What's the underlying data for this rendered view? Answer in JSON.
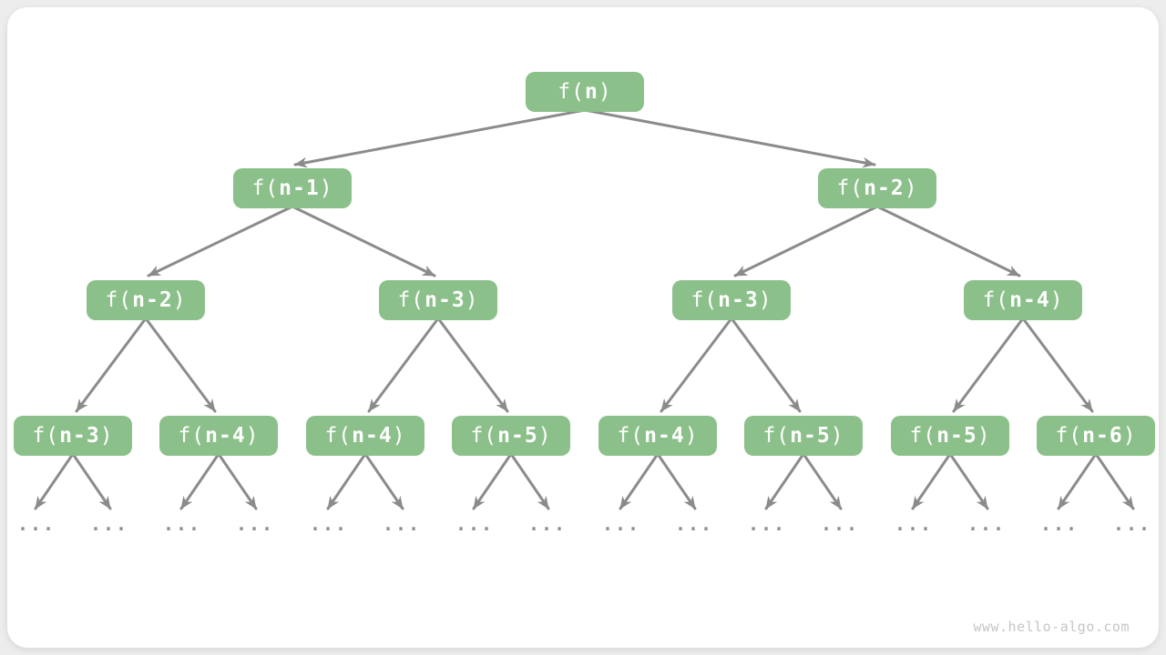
{
  "tree": {
    "levels": [
      {
        "nodes": [
          {
            "pre": "f(",
            "arg": "n",
            "suf": ")"
          }
        ]
      },
      {
        "nodes": [
          {
            "pre": "f(",
            "arg": "n-1",
            "suf": ")"
          },
          {
            "pre": "f(",
            "arg": "n-2",
            "suf": ")"
          }
        ]
      },
      {
        "nodes": [
          {
            "pre": "f(",
            "arg": "n-2",
            "suf": ")"
          },
          {
            "pre": "f(",
            "arg": "n-3",
            "suf": ")"
          },
          {
            "pre": "f(",
            "arg": "n-3",
            "suf": ")"
          },
          {
            "pre": "f(",
            "arg": "n-4",
            "suf": ")"
          }
        ]
      },
      {
        "nodes": [
          {
            "pre": "f(",
            "arg": "n-3",
            "suf": ")"
          },
          {
            "pre": "f(",
            "arg": "n-4",
            "suf": ")"
          },
          {
            "pre": "f(",
            "arg": "n-4",
            "suf": ")"
          },
          {
            "pre": "f(",
            "arg": "n-5",
            "suf": ")"
          },
          {
            "pre": "f(",
            "arg": "n-4",
            "suf": ")"
          },
          {
            "pre": "f(",
            "arg": "n-5",
            "suf": ")"
          },
          {
            "pre": "f(",
            "arg": "n-5",
            "suf": ")"
          },
          {
            "pre": "f(",
            "arg": "n-6",
            "suf": ")"
          }
        ]
      }
    ],
    "ellipsis": "..."
  },
  "watermark": "www.hello-algo.com",
  "colors": {
    "page_bg": "#ededed",
    "card_bg": "#ffffff",
    "node_fill": "#8cc08a",
    "node_text": "#ffffff",
    "edge": "#8b8b8b",
    "ellipsis": "#8f8f8f",
    "watermark": "#c6c6c6"
  }
}
